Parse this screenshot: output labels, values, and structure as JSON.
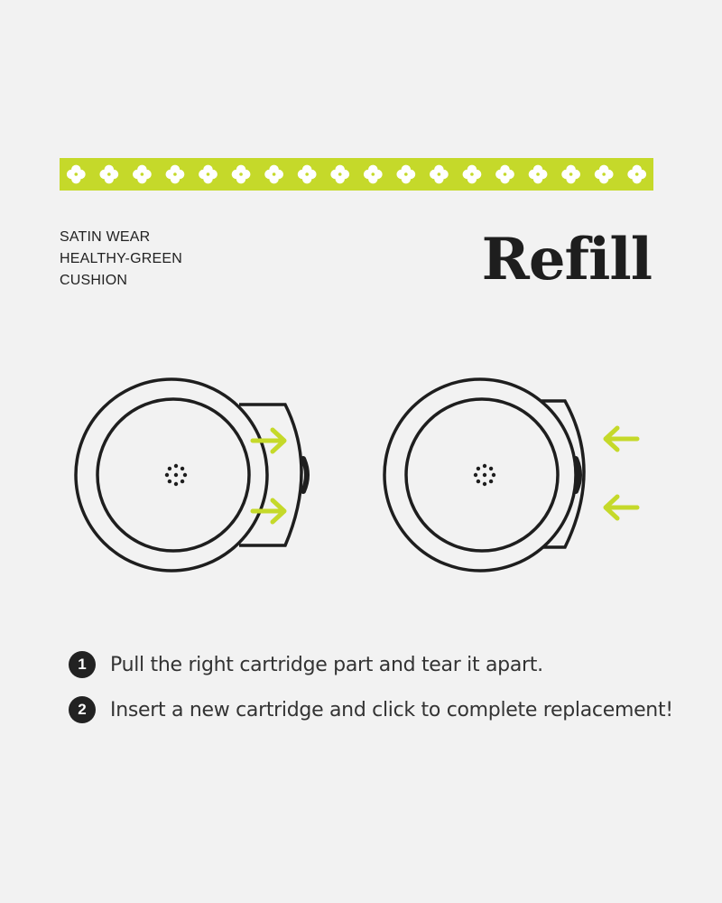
{
  "theme": {
    "accent": "#c5d92a",
    "ink": "#222222",
    "background": "#f2f2f2"
  },
  "banner": {
    "pattern_icon": "clover-flower-icon",
    "pattern_count": 18
  },
  "product": {
    "lines": [
      "SATIN WEAR",
      "HEALTHY-GREEN",
      "CUSHION"
    ]
  },
  "title": "Refill",
  "illustration": {
    "left_panel": {
      "icon": "cushion-compact-icon",
      "arrow_icon": "arrow-right-icon",
      "arrow_count": 2
    },
    "right_panel": {
      "icon": "cushion-compact-icon",
      "arrow_icon": "arrow-left-icon",
      "arrow_count": 2
    }
  },
  "steps": [
    {
      "number": "1",
      "text": "Pull the right cartridge part and tear it apart."
    },
    {
      "number": "2",
      "text": "Insert a new cartridge and click to complete replacement!"
    }
  ]
}
